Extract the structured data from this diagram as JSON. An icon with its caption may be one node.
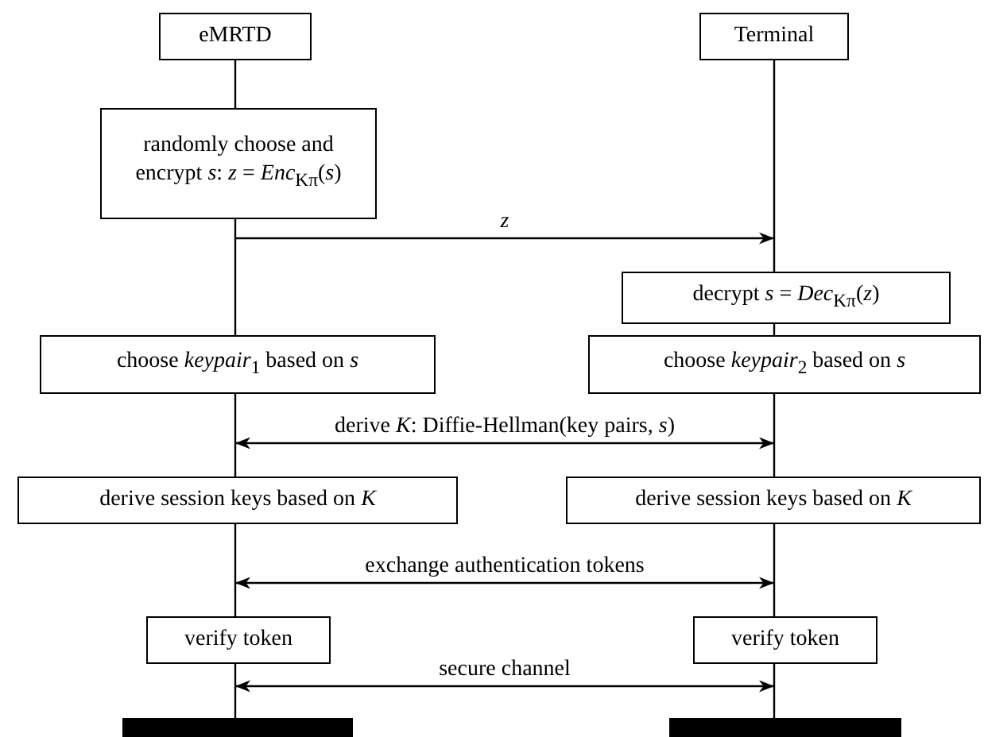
{
  "diagram": {
    "nodes": [
      {
        "text": [
          "eMRTD"
        ]
      },
      {
        "text": [
          "Terminal"
        ]
      },
      {
        "text": [
          "randomly choose and encrypt *s*: *z* = *Enc*$_{Kπ}$(*s*)"
        ]
      },
      {
        "text": [
          "decrypt *s* = *Dec*$_{Kπ}$(*z*)"
        ]
      },
      {
        "text": [
          "choose *keypair*$_{1}$ based on *s*"
        ]
      },
      {
        "text": [
          "choose *keypair*$_{2}$ based on *s*"
        ]
      },
      {
        "text": [
          "derive session keys based on *K*"
        ]
      },
      {
        "text": [
          "derive session keys based on *K*"
        ]
      },
      {
        "text": [
          "verify token"
        ]
      },
      {
        "text": [
          "verify token"
        ]
      },
      {
        "text": [],
        "shape": "bar"
      },
      {
        "text": [],
        "shape": "bar"
      }
    ],
    "edges": [
      {
        "from": 2,
        "to": 3,
        "arrow": "to",
        "label": "*z*"
      },
      {
        "from": 6,
        "to": 7,
        "arrow": "both",
        "label": "derive *K*: Diffie-Hellman(key pairs, *s*)"
      },
      {
        "from": 8,
        "to": 9,
        "arrow": "both",
        "label": "exchange authentication tokens"
      },
      {
        "from": 8,
        "to": 9,
        "arrow": "both",
        "label": "secure channel"
      },
      {
        "from": 0,
        "to": 2,
        "arrow": "none"
      },
      {
        "from": 2,
        "to": 4,
        "arrow": "none"
      },
      {
        "from": 4,
        "to": 6,
        "arrow": "none"
      },
      {
        "from": 6,
        "to": 8,
        "arrow": "none"
      },
      {
        "from": 8,
        "to": 10,
        "arrow": "none"
      },
      {
        "from": 1,
        "to": 3,
        "arrow": "none"
      },
      {
        "from": 3,
        "to": 5,
        "arrow": "none"
      },
      {
        "from": 5,
        "to": 7,
        "arrow": "none"
      },
      {
        "from": 7,
        "to": 9,
        "arrow": "none"
      },
      {
        "from": 9,
        "to": 11,
        "arrow": "none"
      }
    ]
  }
}
